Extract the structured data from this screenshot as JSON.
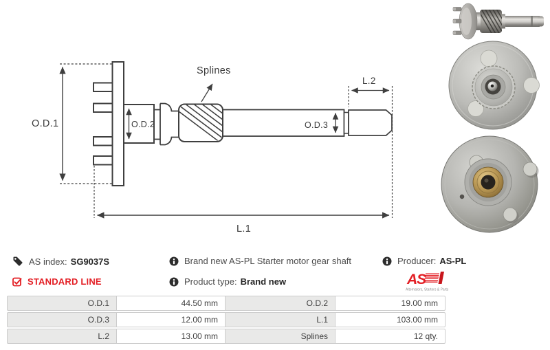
{
  "diagram": {
    "labels": {
      "od1": "O.D.1",
      "od2": "O.D.2",
      "od3": "O.D.3",
      "l1": "L.1",
      "l2": "L.2",
      "splines": "Splines"
    }
  },
  "info": {
    "as_index": {
      "label": "AS index:",
      "value": "SG9037S"
    },
    "standard_line": "STANDARD LINE",
    "description": "Brand new AS-PL Starter motor gear shaft",
    "product_type": {
      "label": "Product type:",
      "value": "Brand new"
    },
    "producer": {
      "label": "Producer:",
      "value": "AS-PL"
    },
    "logo": {
      "text": "AS",
      "tagline": "Alternators, Starters & Parts"
    }
  },
  "specs_table": {
    "rows": [
      [
        "O.D.1",
        "44.50 mm",
        "O.D.2",
        "19.00 mm"
      ],
      [
        "O.D.3",
        "12.00 mm",
        "L.1",
        "103.00 mm"
      ],
      [
        "L.2",
        "13.00 mm",
        "Splines",
        "12 qty."
      ]
    ]
  },
  "colors": {
    "accent_red": "#e31e24",
    "drawing_line": "#3f3f3f",
    "text": "#3f3f3f",
    "bold_text": "#262626",
    "table_label_bg": "#e9e9e8",
    "table_border": "#cccccc"
  },
  "icons": {
    "tag": "tag-icon",
    "checked_box": "checkbox-checked-icon",
    "info": "info-icon",
    "photos": [
      "gear-shaft-photo",
      "flange-front-photo",
      "flange-rear-photo"
    ]
  }
}
